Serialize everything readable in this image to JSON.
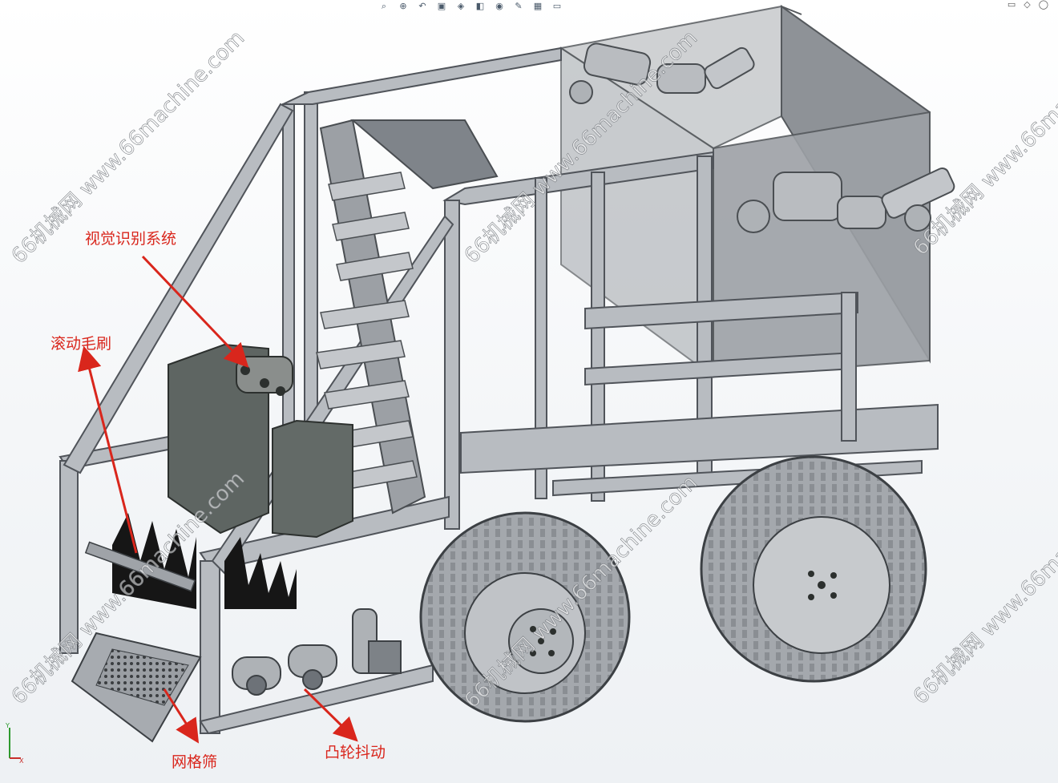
{
  "toolbar": {
    "icons": [
      "zoom-to-fit-icon",
      "zoom-area-icon",
      "previous-view-icon",
      "section-view-icon",
      "view-orientation-icon",
      "display-style-icon",
      "hide-show-icon",
      "edit-appearance-icon",
      "apply-scene-icon",
      "view-settings-icon"
    ]
  },
  "window_controls": [
    "minimize-icon",
    "restore-icon",
    "close-icon"
  ],
  "annotations": {
    "vision": "视觉识别系统",
    "brush": "滚动毛刷",
    "sieve": "网格筛",
    "cam": "凸轮抖动"
  },
  "watermark": "66机械网 www.66machine.com",
  "triad_axes": [
    "Y",
    "X"
  ],
  "colors": {
    "annotation": "#d9261c",
    "frame": "#b4b9bf",
    "frame_dark": "#6d7278",
    "tire": "#a9adb2",
    "glass": "#9ea3a8",
    "motor": "#5c6360"
  }
}
